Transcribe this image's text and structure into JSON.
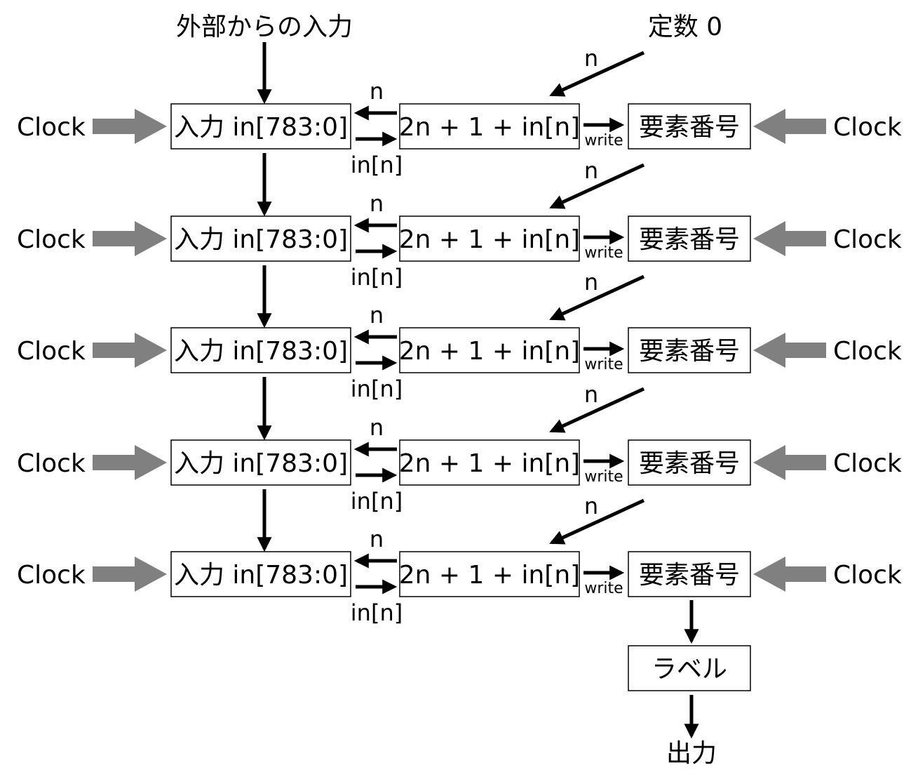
{
  "diagram": {
    "top_input": "外部からの入力",
    "constant": "定数 0",
    "output": "出力",
    "label_box": "ラベル",
    "stage": {
      "clock": "Clock",
      "input_box": "入力 in[783:0]",
      "compute_box": "2n + 1 + in[n]",
      "index_box": "要素番号",
      "n_label": "n",
      "in_n_label": "in[n]",
      "write_label": "write"
    },
    "stage_count": 5
  }
}
